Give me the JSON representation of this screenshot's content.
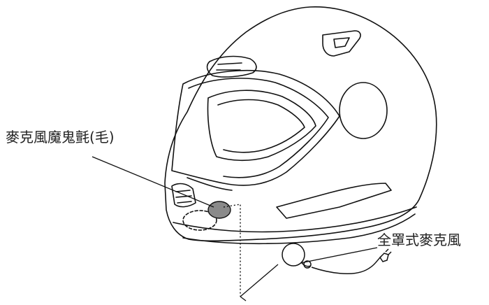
{
  "labels": {
    "mic_windscreen": "麥克風魔鬼氈(毛)",
    "full_face_mic": "全罩式麥克風"
  },
  "colors": {
    "line": "#111111",
    "mic_pad_fill": "#8a8a8a",
    "background": "#ffffff"
  },
  "icons": {
    "helmet": "full-face-helmet-illustration",
    "microphone": "round-microphone-with-cable"
  }
}
